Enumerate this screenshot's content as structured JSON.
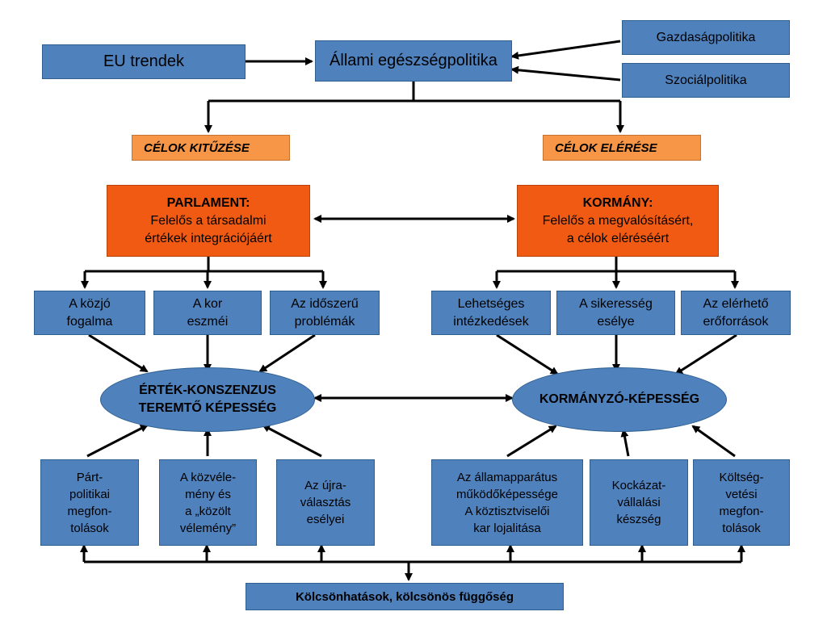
{
  "top": {
    "eu_trends": "EU trendek",
    "state_health_policy": "Állami egészségpolitika",
    "economic_policy": "Gazdaságpolitika",
    "social_policy": "Szociálpolitika"
  },
  "goals": {
    "setting": "CÉLOK KITŰZÉSE",
    "achieving": "CÉLOK ELÉRÉSE"
  },
  "parliament": {
    "title": "PARLAMENT:",
    "text": "Felelős a társadalmi\nértékek integrációjáért"
  },
  "government": {
    "title": "KORMÁNY:",
    "text": "Felelős a megvalósításért,\na célok eléréséért"
  },
  "left_inputs": [
    "A közjó\nfogalma",
    "A kor\neszméi",
    "Az időszerű\nproblémák"
  ],
  "right_inputs": [
    "Lehetséges\nintézkedések",
    "A sikeresség\nesélye",
    "Az elérhető\nerőforrások"
  ],
  "capacities": {
    "value_consensus": "ÉRTÉK-KONSZENZUS\nTEREMTŐ KÉPESSÉG",
    "governing": "KORMÁNYZÓ-KÉPESSÉG"
  },
  "left_factors": [
    "Párt-\npolitikai\nmegfon-\ntolások",
    "A közvéle-\nmény és\na „közölt\nvélemény”",
    "Az újra-\nválasztás\nesélyei"
  ],
  "right_factors": [
    "Az államapparátus\nműködőképessége\nA köztisztviselői\nkar lojalitása",
    "Kockázat-\nvállalási\nkészség",
    "Költség-\nvetési\nmegfon-\ntolások"
  ],
  "interdependence": "Kölcsönhatások, kölcsönös függőség",
  "colors": {
    "box_blue": "#4f81bd",
    "goal_orange": "#f79646",
    "institution_orange": "#f15a12",
    "arrow": "#000000"
  }
}
